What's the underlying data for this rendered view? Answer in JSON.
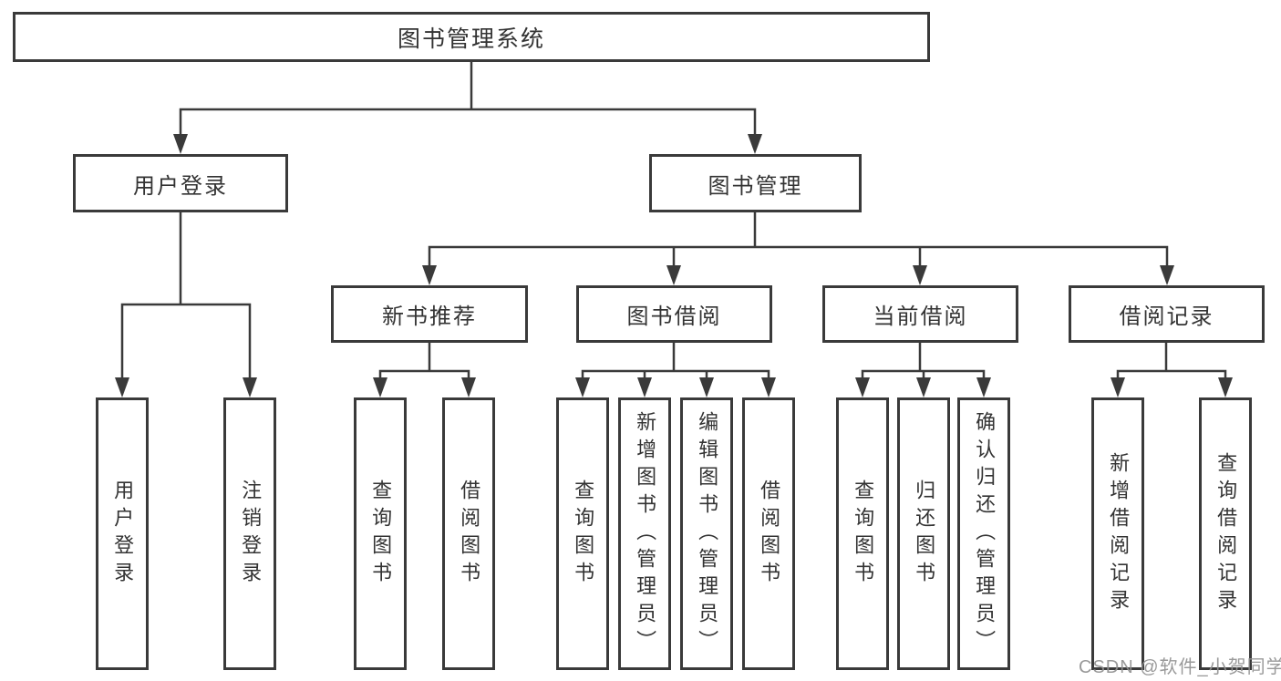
{
  "tree": {
    "label": "图书管理系统",
    "children": [
      {
        "label": "用户登录",
        "children": [
          {
            "label": "用户登录"
          },
          {
            "label": "注销登录"
          }
        ]
      },
      {
        "label": "图书管理",
        "children": [
          {
            "label": "新书推荐",
            "children": [
              {
                "label": "查询图书"
              },
              {
                "label": "借阅图书"
              }
            ]
          },
          {
            "label": "图书借阅",
            "children": [
              {
                "label": "查询图书"
              },
              {
                "label": "新增图书（管理员）"
              },
              {
                "label": "编辑图书（管理员）"
              },
              {
                "label": "借阅图书"
              }
            ]
          },
          {
            "label": "当前借阅",
            "children": [
              {
                "label": "查询图书"
              },
              {
                "label": "归还图书"
              },
              {
                "label": "确认归还（管理员）"
              }
            ]
          },
          {
            "label": "借阅记录",
            "children": [
              {
                "label": "新增借阅记录"
              },
              {
                "label": "查询借阅记录"
              }
            ]
          }
        ]
      }
    ]
  },
  "watermark": {
    "text": "CSDN @软件_小贺同学"
  },
  "colors": {
    "line": "#3a3a3a",
    "text": "#333333",
    "background": "#ffffff",
    "watermark": "#919191"
  }
}
